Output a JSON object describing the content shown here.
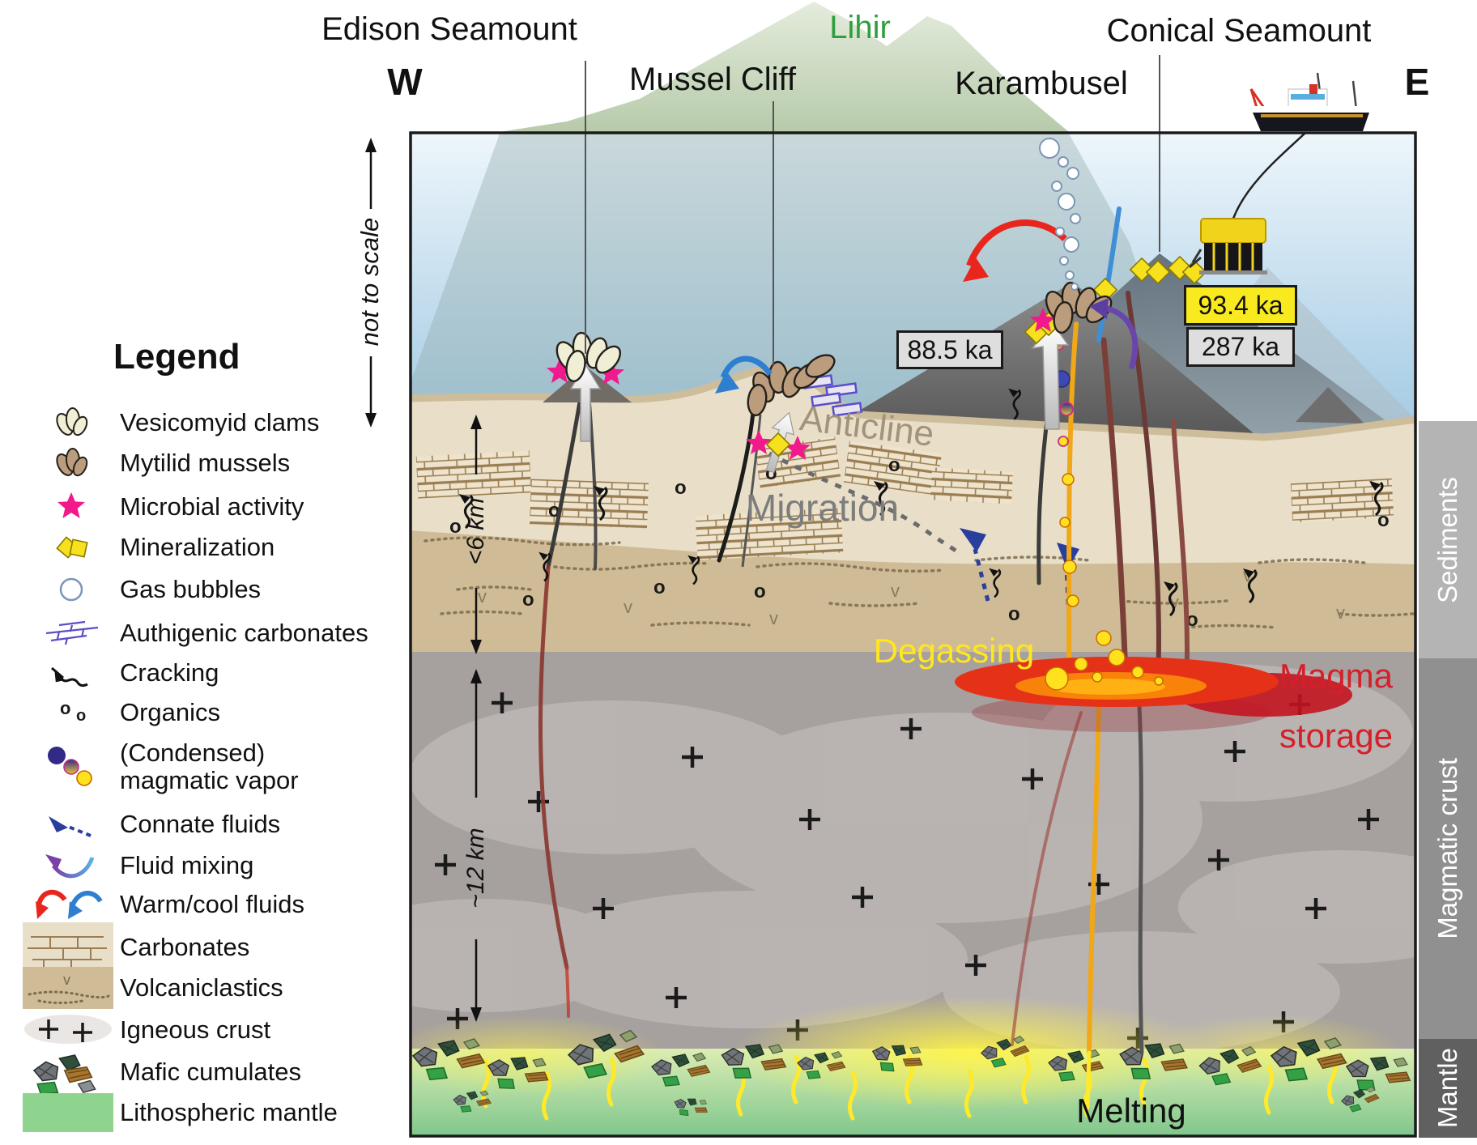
{
  "compass": {
    "west": "W",
    "east": "E"
  },
  "site_labels": {
    "edison": "Edison Seamount",
    "mussel_cliff": "Mussel Cliff",
    "lihir": "Lihir",
    "karambusel": "Karambusel",
    "conical": "Conical Seamount"
  },
  "scale_markers": {
    "not_to_scale": "not to scale",
    "sediment_thickness": "<6 km",
    "crust_thickness": "~12 km"
  },
  "strata_bands": {
    "sediments": "Sediments",
    "magmatic_crust": "Magmatic crust",
    "mantle": "Mantle"
  },
  "age_labels": {
    "karambusel_age": "88.5 ka",
    "conical_age_young": "93.4 ka",
    "conical_age_old": "287 ka"
  },
  "annotations": {
    "anticline": "Anticline",
    "migration": "Migration",
    "degassing": "Degassing",
    "magma_storage_line1": "Magma",
    "magma_storage_line2": "storage",
    "melting": "Melting"
  },
  "legend": {
    "title": "Legend",
    "items": [
      {
        "icon": "vesicomyid-clams-icon",
        "label": "Vesicomyid clams"
      },
      {
        "icon": "mytilid-mussels-icon",
        "label": "Mytilid mussels"
      },
      {
        "icon": "microbial-activity-icon",
        "label": "Microbial activity"
      },
      {
        "icon": "mineralization-icon",
        "label": "Mineralization"
      },
      {
        "icon": "gas-bubbles-icon",
        "label": "Gas bubbles"
      },
      {
        "icon": "authigenic-carbonates-icon",
        "label": "Authigenic carbonates"
      },
      {
        "icon": "cracking-icon",
        "label": "Cracking"
      },
      {
        "icon": "organics-icon",
        "label": "Organics"
      },
      {
        "icon": "condensed-magmatic-vapor-icon",
        "label": "(Condensed)",
        "label2": "magmatic vapor"
      },
      {
        "icon": "connate-fluids-icon",
        "label": "Connate fluids"
      },
      {
        "icon": "fluid-mixing-icon",
        "label": "Fluid mixing"
      },
      {
        "icon": "warm-cool-fluids-icon",
        "label": "Warm/cool fluids"
      },
      {
        "icon": "carbonates-icon",
        "label": "Carbonates"
      },
      {
        "icon": "volcaniclastics-icon",
        "label": "Volcaniclastics"
      },
      {
        "icon": "igneous-crust-icon",
        "label": "Igneous crust"
      },
      {
        "icon": "mafic-cumulates-icon",
        "label": "Mafic cumulates"
      },
      {
        "icon": "lithospheric-mantle-icon",
        "label": "Lithospheric mantle"
      }
    ]
  },
  "symbols": {
    "organics_glyph": "o",
    "volcaniclastics_glyph": "v",
    "igneous_glyph": "+"
  },
  "colors": {
    "lihir_green": "#2e9e3e",
    "degassing_yellow": "#ffe71e",
    "magma_red": "#d3202a",
    "mineralization_yellow": "#f7e11e",
    "microbial_pink": "#f2198c",
    "age_box_yellow": "#f8ea1f",
    "age_box_gray": "#dedede",
    "sediments_tan": "#e9dfc9",
    "volcaniclastics_tan": "#cfbc96",
    "crust_gray": "#a6a09e",
    "mantle_green": "#8ccd92"
  }
}
